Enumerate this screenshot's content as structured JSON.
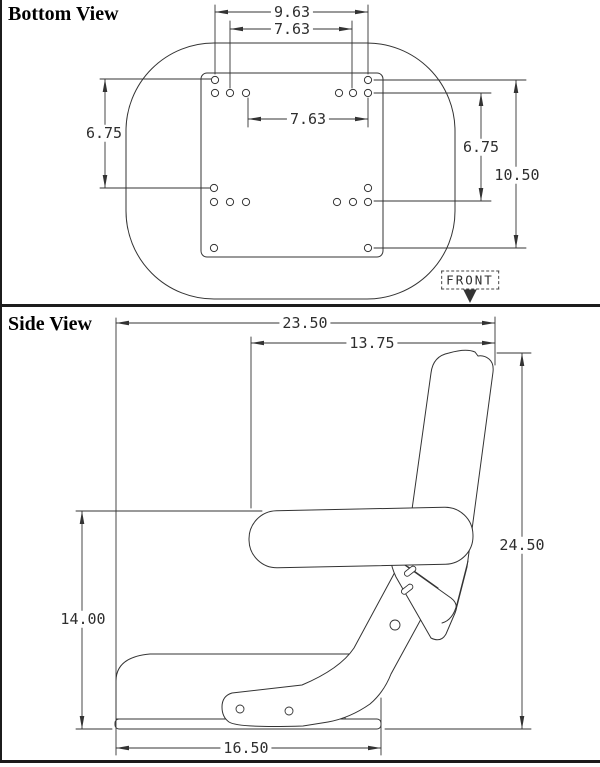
{
  "drawing": {
    "bottom_view": {
      "title": "Bottom View",
      "front_label": "FRONT",
      "dims": {
        "outer_bolt_width": "9.63",
        "inner_bolt_width": "7.63",
        "mid_bolt_width": "7.63",
        "left_bolt_spacing": "6.75",
        "right_bolt_spacing": "6.75",
        "overall_bolt_length": "10.50"
      }
    },
    "side_view": {
      "title": "Side View",
      "dims": {
        "overall_depth": "23.50",
        "armrest_to_back": "13.75",
        "overall_height": "24.50",
        "armrest_height": "14.00",
        "base_depth": "16.50"
      }
    },
    "colors": {
      "line": "#333333",
      "frame": "#1c1c1c",
      "background": "#ffffff"
    }
  }
}
